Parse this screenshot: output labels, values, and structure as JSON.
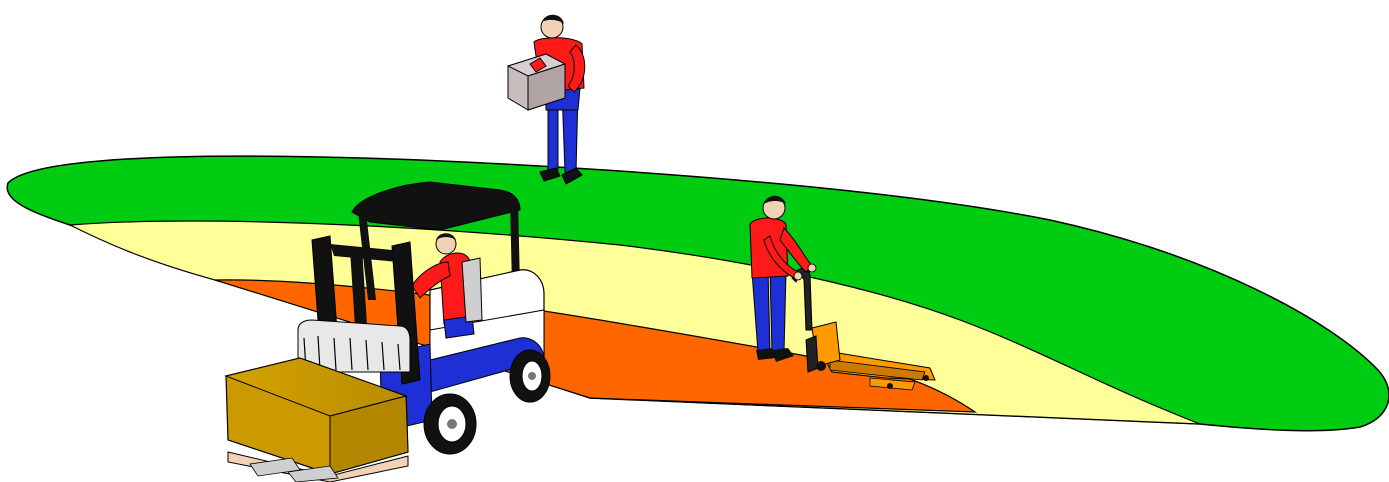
{
  "scene": {
    "zones": [
      {
        "name": "outer-zone",
        "color": "#00cc11"
      },
      {
        "name": "middle-zone",
        "color": "#ffff99"
      },
      {
        "name": "inner-zone",
        "color": "#ff6600"
      }
    ],
    "figures": [
      {
        "name": "worker-carrying-box",
        "shirt": "#ff1a1a",
        "pants": "#1f2fd6",
        "box": "#c8bcbc"
      },
      {
        "name": "worker-with-pallet-jack",
        "shirt": "#ff1a1a",
        "pants": "#1f2fd6",
        "jack": "#ff9900"
      },
      {
        "name": "forklift-operator",
        "shirt": "#ff1a1a",
        "pants": "#1f2fd6"
      }
    ],
    "forklift": {
      "body": "#ffffff",
      "accent": "#1f2fd6",
      "mast": "#111111",
      "load": "#cc9900"
    }
  }
}
